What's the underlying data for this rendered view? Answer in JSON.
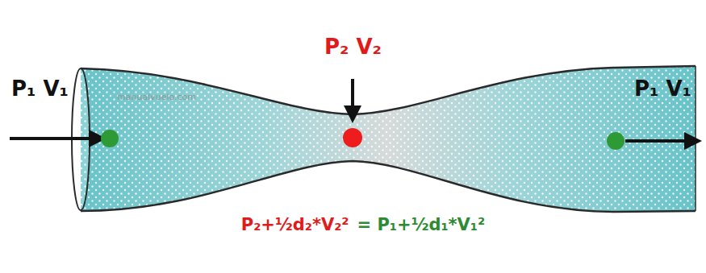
{
  "diagram": {
    "labels": [
      "P₁ V₁",
      "P₂ V₂",
      "P₁ V₁",
      "P₂+½d₂*V₂²",
      "= P₁+½d₁*V₁²",
      "manualvuelo.com"
    ]
  }
}
